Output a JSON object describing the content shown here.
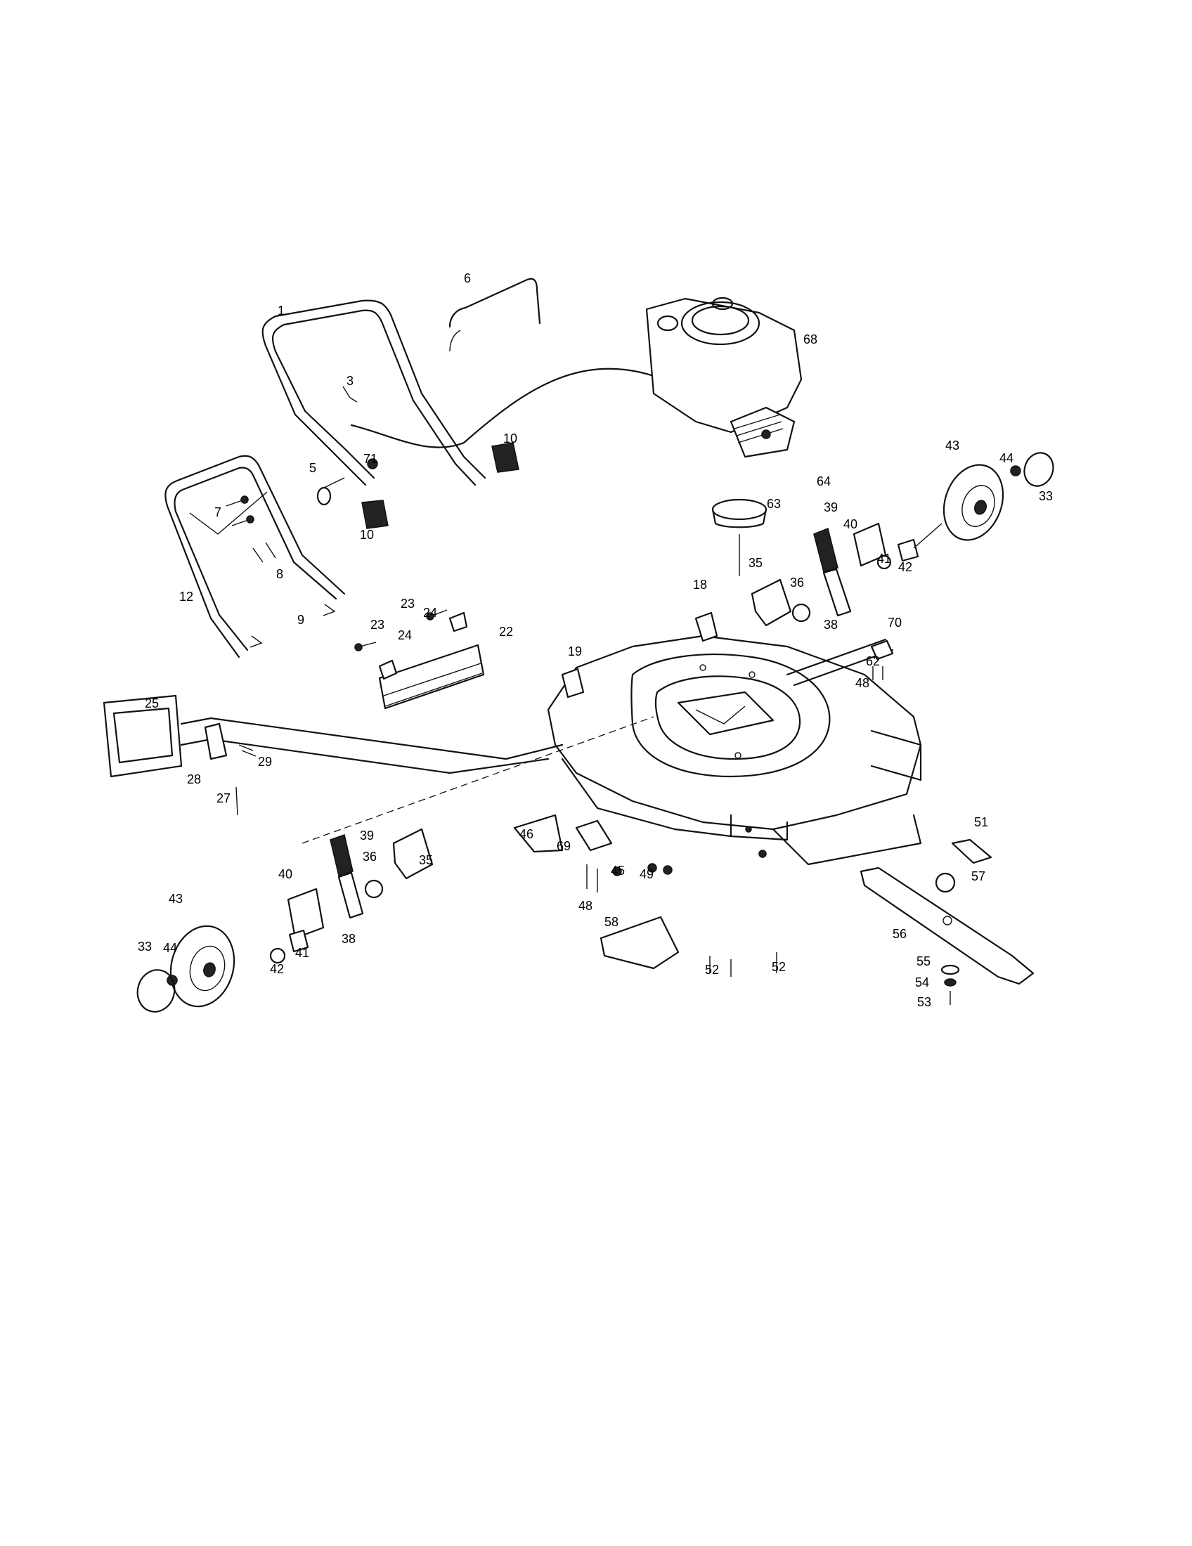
{
  "diagram": {
    "callouts": [
      "1",
      "3",
      "5",
      "6",
      "7",
      "8",
      "9",
      "10",
      "10",
      "12",
      "18",
      "19",
      "22",
      "23",
      "23",
      "24",
      "24",
      "25",
      "27",
      "28",
      "29",
      "33",
      "33",
      "35",
      "35",
      "36",
      "36",
      "38",
      "38",
      "39",
      "39",
      "40",
      "40",
      "41",
      "41",
      "42",
      "42",
      "43",
      "43",
      "44",
      "44",
      "45",
      "46",
      "48",
      "48",
      "49",
      "51",
      "52",
      "52",
      "53",
      "54",
      "55",
      "56",
      "57",
      "58",
      "62",
      "63",
      "64",
      "68",
      "69",
      "70",
      "71"
    ]
  }
}
